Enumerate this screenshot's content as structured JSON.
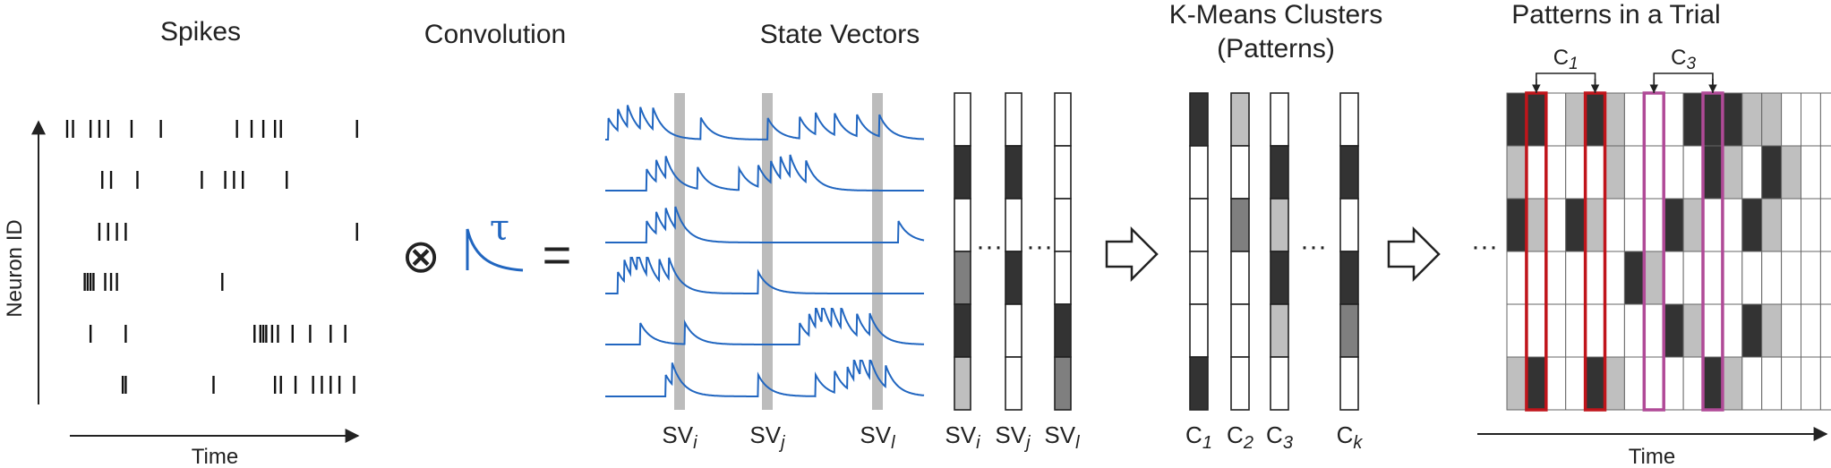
{
  "headings": {
    "spikes": "Spikes",
    "convolution": "Convolution",
    "state_vectors": "State Vectors",
    "kmeans_line1": "K-Means Clusters",
    "kmeans_line2": "(Patterns)",
    "patterns": "Patterns in a Trial"
  },
  "axes": {
    "neuron_id": "Neuron ID",
    "time_left": "Time",
    "time_right": "Time"
  },
  "symbols": {
    "convolve": "⊗",
    "tau": "τ",
    "equals": "=",
    "ellipsis": "···"
  },
  "sv_labels": {
    "base": "SV",
    "i": "i",
    "j": "j",
    "l": "l"
  },
  "cluster_labels": [
    {
      "base": "C",
      "sub": "1"
    },
    {
      "base": "C",
      "sub": "2"
    },
    {
      "base": "C",
      "sub": "3"
    },
    {
      "base": "C",
      "sub": "k"
    }
  ],
  "bracket_labels": [
    {
      "base": "C",
      "sub": "1"
    },
    {
      "base": "C",
      "sub": "3"
    }
  ],
  "colors": {
    "dark": "#333333",
    "mid": "#7f7f7f",
    "light": "#bfbfbf",
    "trace": "#2166c0",
    "red": "#c0151b",
    "purple": "#b04a97"
  },
  "sv_vectors": [
    [
      0,
      3,
      0,
      2,
      3,
      1
    ],
    [
      0,
      3,
      0,
      3,
      0,
      0
    ],
    [
      0,
      0,
      0,
      0,
      3,
      2
    ]
  ],
  "clusters": [
    [
      3,
      0,
      0,
      0,
      0,
      3
    ],
    [
      1,
      0,
      2,
      0,
      0,
      0
    ],
    [
      0,
      3,
      1,
      3,
      1,
      0
    ],
    [
      0,
      3,
      0,
      3,
      2,
      0
    ]
  ],
  "trial_grid": [
    [
      3,
      3,
      0,
      1,
      3,
      1,
      0,
      0,
      0,
      3,
      3,
      3,
      1,
      1,
      0,
      0,
      0
    ],
    [
      1,
      0,
      0,
      0,
      0,
      1,
      0,
      0,
      0,
      0,
      3,
      1,
      0,
      3,
      1,
      0,
      0
    ],
    [
      3,
      1,
      0,
      3,
      1,
      0,
      0,
      0,
      3,
      1,
      0,
      0,
      3,
      1,
      0,
      0,
      0
    ],
    [
      0,
      0,
      0,
      0,
      0,
      0,
      3,
      1,
      0,
      0,
      0,
      0,
      0,
      0,
      0,
      0,
      0
    ],
    [
      0,
      0,
      0,
      0,
      0,
      0,
      0,
      0,
      3,
      1,
      0,
      0,
      3,
      1,
      0,
      0,
      0
    ],
    [
      1,
      3,
      0,
      0,
      3,
      1,
      0,
      0,
      0,
      0,
      3,
      1,
      0,
      0,
      0,
      0,
      0
    ]
  ],
  "spike_times": [
    [
      0.0,
      0.02,
      0.08,
      0.11,
      0.14,
      0.22,
      0.32,
      0.58,
      0.63,
      0.67,
      0.71,
      0.73,
      0.99
    ],
    [
      0.12,
      0.15,
      0.24,
      0.46,
      0.54,
      0.57,
      0.6,
      0.75
    ],
    [
      0.11,
      0.14,
      0.17,
      0.2,
      0.99
    ],
    [
      0.06,
      0.07,
      0.08,
      0.09,
      0.13,
      0.15,
      0.17,
      0.53
    ],
    [
      0.08,
      0.2,
      0.64,
      0.66,
      0.67,
      0.68,
      0.7,
      0.72,
      0.77,
      0.83,
      0.9,
      0.95
    ],
    [
      0.19,
      0.2,
      0.5,
      0.71,
      0.73,
      0.78,
      0.84,
      0.87,
      0.9,
      0.93,
      0.98
    ]
  ],
  "trace_events": [
    [
      0.01,
      0.04,
      0.07,
      0.11,
      0.15,
      0.3,
      0.51,
      0.61,
      0.66,
      0.72,
      0.79,
      0.86
    ],
    [
      0.13,
      0.16,
      0.19,
      0.29,
      0.42,
      0.48,
      0.52,
      0.55,
      0.58,
      0.63
    ],
    [
      0.13,
      0.16,
      0.19,
      0.22,
      0.92
    ],
    [
      0.04,
      0.06,
      0.08,
      0.1,
      0.13,
      0.17,
      0.2,
      0.48
    ],
    [
      0.11,
      0.25,
      0.61,
      0.64,
      0.66,
      0.68,
      0.71,
      0.74,
      0.79,
      0.83
    ],
    [
      0.19,
      0.21,
      0.48,
      0.66,
      0.72,
      0.76,
      0.78,
      0.8,
      0.83,
      0.88
    ]
  ]
}
